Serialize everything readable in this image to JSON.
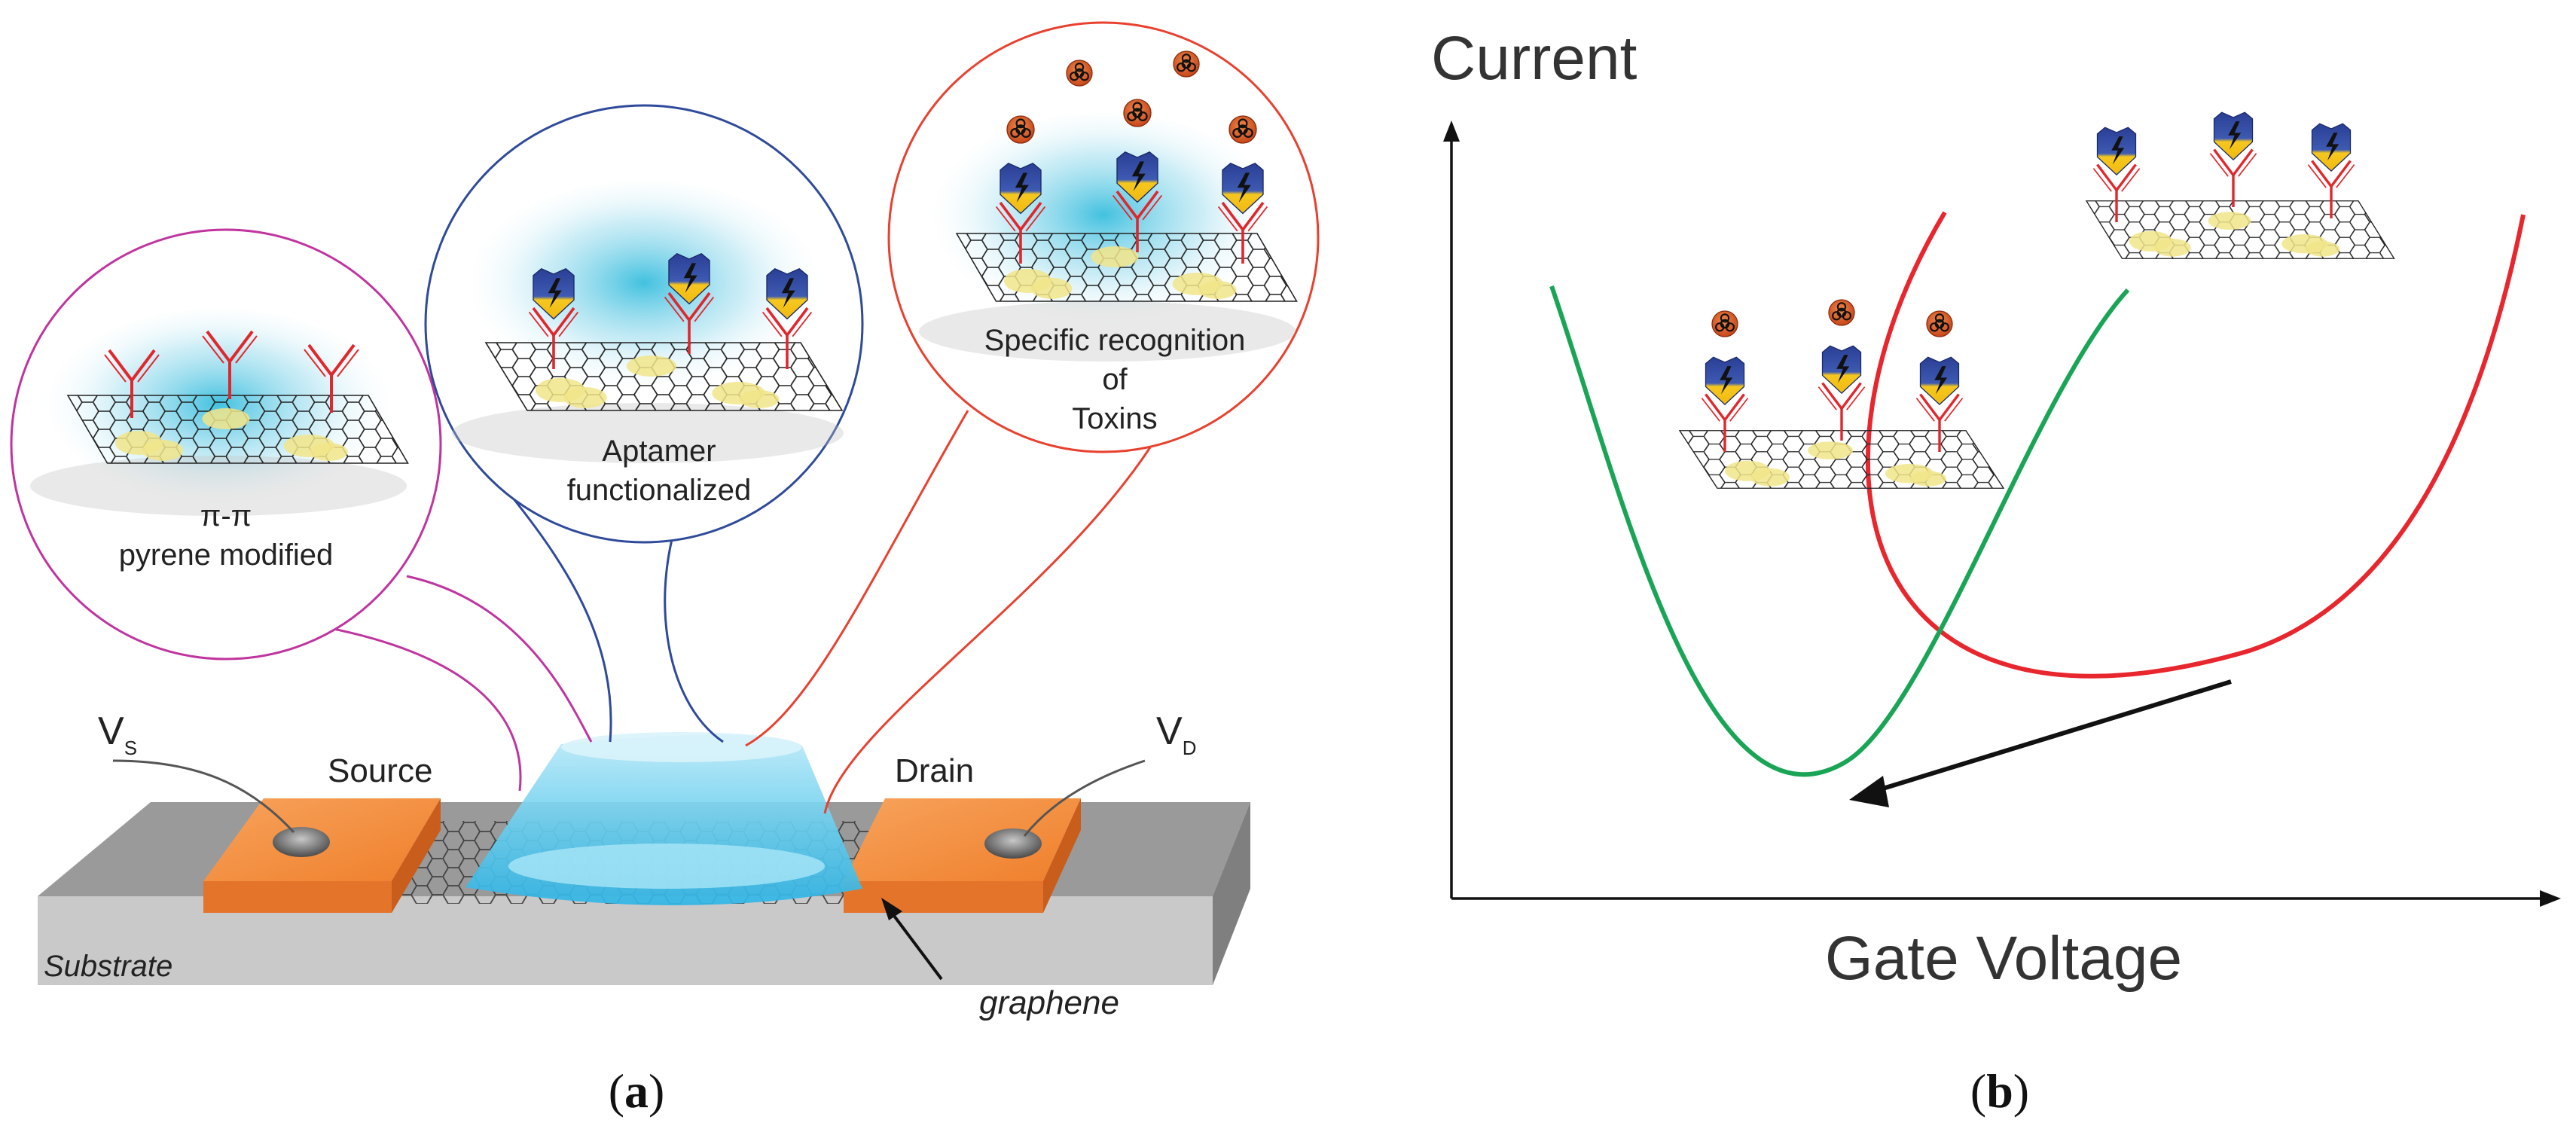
{
  "panel_a": {
    "caption_open": "(",
    "caption_letter": "a",
    "caption_close": ")",
    "bubble_1": {
      "line1": "π-π",
      "line2": "pyrene modified"
    },
    "bubble_2": {
      "line1": "Aptamer",
      "line2": "functionalized"
    },
    "bubble_3": {
      "line1": "Specific recognition",
      "line2": "of",
      "line3": "Toxins"
    },
    "vs_label": "V",
    "vs_sub": "S",
    "vd_label": "V",
    "vd_sub": "D",
    "source_label": "Source",
    "drain_label": "Drain",
    "substrate_label": "Substrate",
    "graphene_label": "graphene"
  },
  "panel_b": {
    "caption_open": "(",
    "caption_letter": "b",
    "caption_close": ")",
    "y_axis_label": "Current",
    "x_axis_label": "Gate Voltage"
  },
  "colors": {
    "bubble_1": "#c0349e",
    "bubble_2": "#2f4a9a",
    "bubble_3": "#e8412f",
    "curve_green": "#1aa556",
    "curve_red": "#e8262e",
    "electrode": "#f28a3a",
    "liquid": "#6fd0ef"
  }
}
